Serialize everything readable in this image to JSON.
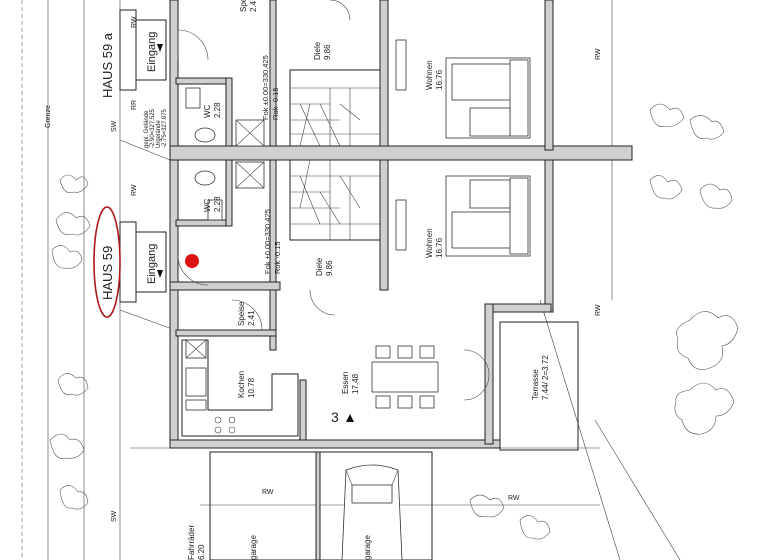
{
  "labels": {
    "haus59a": "HAUS 59 a",
    "haus59": "HAUS 59",
    "eingang_top": "Eingang",
    "eingang_bottom": "Eingang",
    "grenze": "Grenze",
    "sw1": "SW",
    "sw2": "SW",
    "rw1": "RW",
    "rw2": "RW",
    "rw_top_right": "RW",
    "rw_right": "RW",
    "rw_garage1": "RW",
    "rw_garage2": "RW",
    "rr": "RR",
    "speis_top": "Spei",
    "speis_top_area": "2.4",
    "diele_top": "Diele",
    "diele_top_area": "9.86",
    "wc_top": "WC",
    "wc_top_area": "2.28",
    "fok_top_1": "Fok ±0.00=330.425",
    "fok_top_2": "Rok -0.15",
    "gelaende_1": "gepl. Gelände",
    "gelaende_2": "-2.90=327.525",
    "gelaende_3": "Urgelände",
    "gelaende_4": "-2.75=327.675",
    "wohnen_top": "Wohnen",
    "wohnen_top_area": "16.76",
    "wc_bottom": "WC",
    "wc_bottom_area": "2.28",
    "fok_bottom_1": "Fok ±0.00=330.425",
    "fok_bottom_2": "Rok -0.15",
    "diele_bottom": "Diele",
    "diele_bottom_area": "9.86",
    "wohnen_bottom": "Wohnen",
    "wohnen_bottom_area": "16.76",
    "speise": "Speise",
    "speise_area": "2.41",
    "kochen": "Kochen",
    "kochen_area": "10.78",
    "essen": "Essen",
    "essen_area": "17.48",
    "terrasse": "Terrasse",
    "terrasse_area": "7.44/ 2=3.72",
    "stair_number": "3",
    "fahrraeder": "Fahrräder",
    "fahrraeder_area": "6.20",
    "garage1": "garage",
    "garage2": "garage"
  },
  "colors": {
    "marker": "#dd1111",
    "highlight_ellipse": "#b01818",
    "walls": "#d0d0d0"
  }
}
